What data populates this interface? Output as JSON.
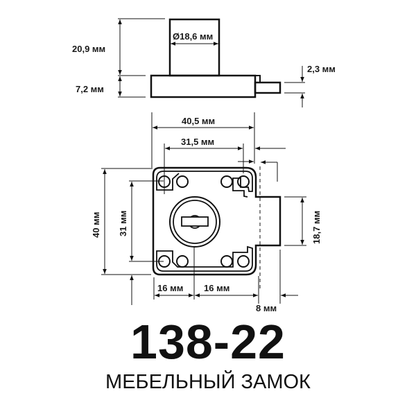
{
  "title": {
    "model": "138-22",
    "subtitle": "МЕБЕЛЬНЫЙ ЗАМОК"
  },
  "side_view": {
    "cylinder_height": "20,9 мм",
    "cylinder_diameter": "Ø18,6 мм",
    "base_height": "7,2 мм",
    "bolt_offset": "2,3 мм"
  },
  "front_view": {
    "body_width": "40,5 мм",
    "hole_spacing_horizontal": "31,5 мм",
    "body_height": "40 мм",
    "hole_spacing_vertical": "31 мм",
    "bolt_height": "18,7 мм",
    "backset_left": "16 мм",
    "backset_right": "16 мм",
    "bolt_throw": "8 мм"
  },
  "colors": {
    "line": "#111111",
    "background": "#ffffff"
  }
}
